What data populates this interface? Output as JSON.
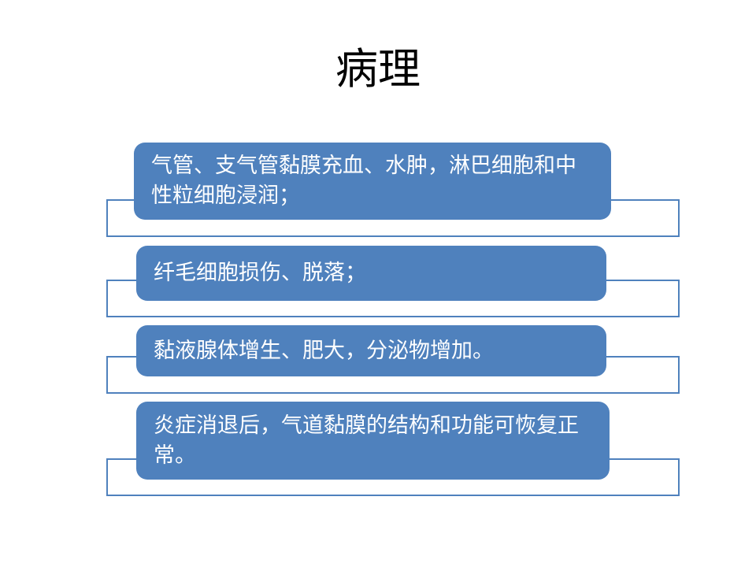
{
  "title": "病理",
  "items": [
    {
      "text": "气管、支气管黏膜充血、水肿，淋巴细胞和中性粒细胞浸润；"
    },
    {
      "text": "纤毛细胞损伤、脱落；"
    },
    {
      "text": "黏液腺体增生、肥大，分泌物增加。"
    },
    {
      "text": "炎症消退后，气道黏膜的结构和功能可恢复正常。"
    }
  ],
  "colors": {
    "box": "#4F81BD",
    "frame": "#4F81BD",
    "text": "#FFFFFF"
  }
}
